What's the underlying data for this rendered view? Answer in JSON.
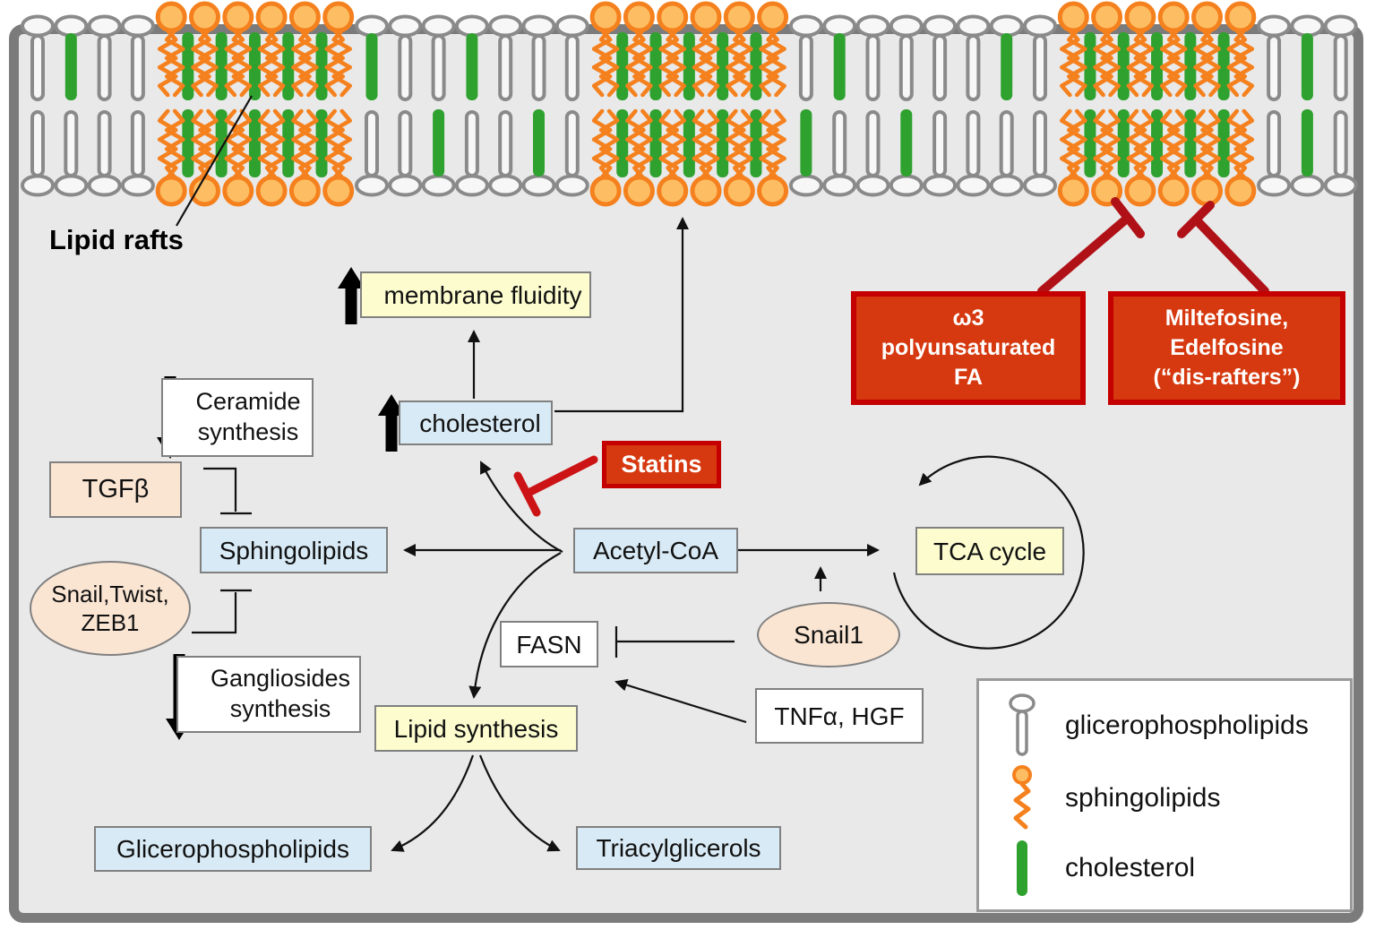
{
  "title_label": "Lipid rafts",
  "nodes": {
    "membrane_fluidity": {
      "label": "membrane fluidity"
    },
    "cholesterol": {
      "label": "cholesterol"
    },
    "statins": {
      "label": "Statins"
    },
    "omega3_pufa": {
      "lines": [
        "ω3",
        "polyunsaturated",
        "FA"
      ]
    },
    "miltefosine": {
      "lines": [
        "Miltefosine,",
        "Edelfosine",
        "(“dis-rafters”)"
      ]
    },
    "ceramide_synthesis": {
      "lines": [
        "Ceramide",
        "synthesis"
      ]
    },
    "tgfb": {
      "label": "TGFβ"
    },
    "sphingolipids": {
      "label": "Sphingolipids"
    },
    "snail_twist_zeb1": {
      "lines": [
        "Snail,Twist,",
        "ZEB1"
      ]
    },
    "gangliosides_synthesis": {
      "lines": [
        "Gangliosides",
        "synthesis"
      ]
    },
    "acetyl_coa": {
      "label": "Acetyl-CoA"
    },
    "fasn": {
      "label": "FASN"
    },
    "snail1": {
      "label": "Snail1"
    },
    "tca_cycle": {
      "label": "TCA cycle"
    },
    "tnfa_hgf": {
      "label": "TNFα, HGF"
    },
    "lipid_synthesis": {
      "label": "Lipid synthesis"
    },
    "glicerophospholipids": {
      "label": "Glicerophospholipids"
    },
    "triacylglicerols": {
      "label": "Triacylglicerols"
    }
  },
  "legend": {
    "items": [
      {
        "icon": "glicerophospholipid-icon",
        "label": "glicerophospholipids"
      },
      {
        "icon": "sphingolipid-icon",
        "label": "sphingolipids"
      },
      {
        "icon": "cholesterol-icon",
        "label": "cholesterol"
      }
    ]
  },
  "colors": {
    "background": "#e9e9e9",
    "frame_gray": "#7b7b7b",
    "node_blue": "#d8eaf5",
    "node_yellow": "#fcfccf",
    "node_peach": "#fae5d3",
    "drug_box_fill": "#d6390f",
    "drug_box_border": "#c40000",
    "inhibitor_dark_red": "#b01117",
    "statins_bright_red": "#cc1315",
    "cholesterol_green": "#2fa12f",
    "sphingolipid_orange": "#f5811e",
    "sphingolipid_head": "#fdbe63",
    "membrane_gray": "#8a8a8a"
  },
  "membrane": {
    "columns": 40,
    "rafts": [
      [
        4,
        9
      ],
      [
        17,
        22
      ],
      [
        31,
        36
      ]
    ],
    "cholesterol_top": [
      1,
      10,
      13,
      24,
      29,
      38
    ],
    "cholesterol_bottom": [
      6,
      12,
      15,
      23,
      26,
      38
    ]
  }
}
